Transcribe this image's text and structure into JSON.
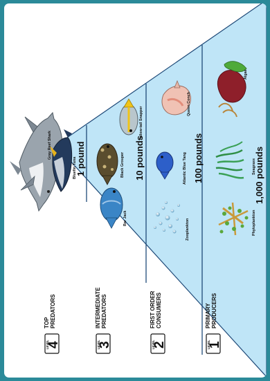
{
  "colors": {
    "frame": "#2b8a99",
    "pyramid_fill": "#bfe5f7",
    "divider": "#1f4a78",
    "text": "#111111"
  },
  "levels": [
    {
      "badge_small": "LEVEL",
      "badge_number": "4",
      "name_line1": "TOP",
      "name_line2": "PREDATORS"
    },
    {
      "badge_small": "LEVEL",
      "badge_number": "3",
      "name_line1": "INTERMEDIATE",
      "name_line2": "PREDATORS"
    },
    {
      "badge_small": "LEVEL",
      "badge_number": "2",
      "name_line1": "FIRST ORDER",
      "name_line2": "CONSUMERS"
    },
    {
      "badge_small": "LEVEL",
      "badge_number": "1",
      "name_line1": "PRIMARY",
      "name_line2": "PRODUCERS"
    }
  ],
  "weights": {
    "level4": "1 pound",
    "level3": "10 pounds",
    "level2": "100 pounds",
    "level1": "1,000 pounds"
  },
  "organisms": {
    "gray_reef_shark": "Gray Reef Shark",
    "bluefin_tuna": "Bluefin Tuna",
    "bar_jack": "Bar Jack",
    "black_grouper": "Black Grouper",
    "yellowtail_snapper": "Yellow-tail Snapper",
    "zooplankton": "Zooplankton",
    "atlantic_blue_tang": "Atlantic Blue Tang",
    "queen_conch": "Queen Conch",
    "phytoplankton": "Phytoplankton",
    "seagrass": "Seagrass",
    "algae": "Algae"
  },
  "icons": {
    "badge": "level-badge-icon",
    "shark": "shark-icon",
    "tuna": "tuna-icon",
    "fish": "fish-icon",
    "conch": "conch-shell-icon",
    "plankton": "plankton-icon",
    "seagrass": "seagrass-icon",
    "algae": "algae-icon"
  }
}
